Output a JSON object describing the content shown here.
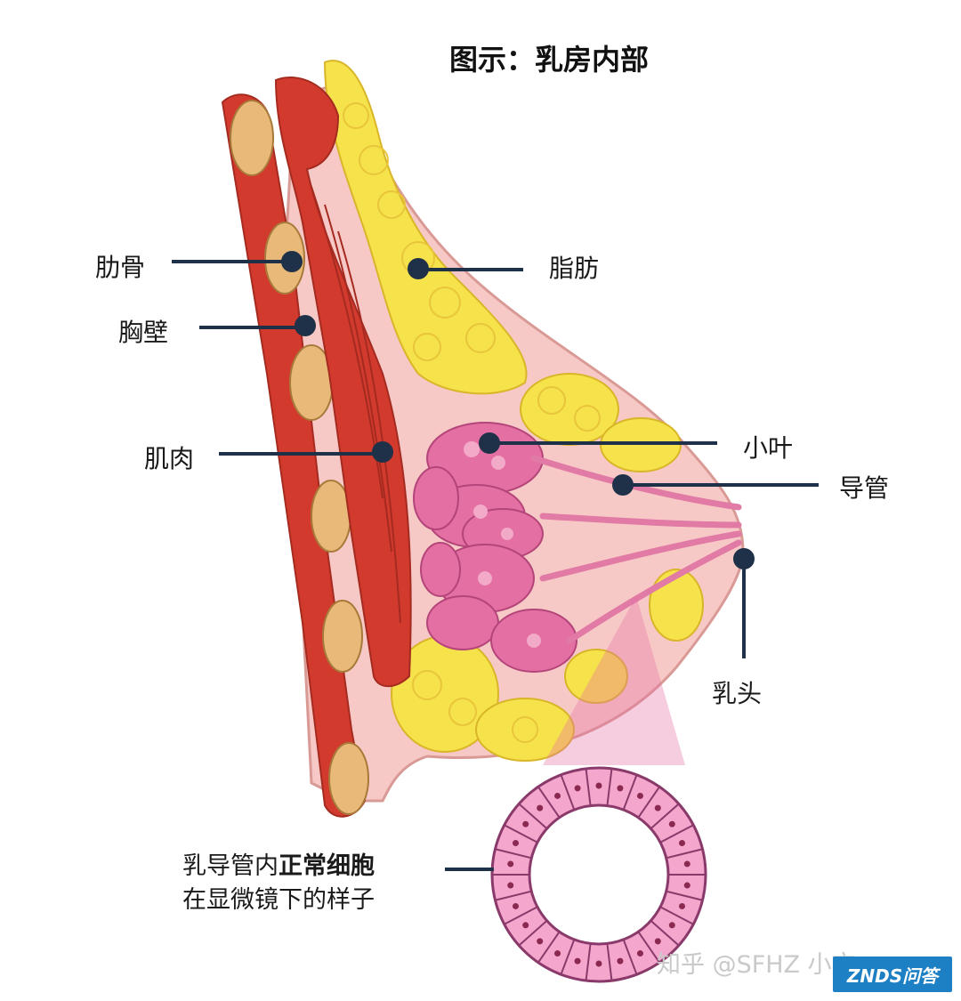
{
  "title": "图示：乳房内部",
  "labels": {
    "rib": "肋骨",
    "chest_wall": "胸壁",
    "muscle": "肌肉",
    "fat": "脂肪",
    "lobule": "小叶",
    "duct": "导管",
    "nipple": "乳头"
  },
  "caption": {
    "line1_prefix": "乳导管内",
    "line1_bold": "正常细胞",
    "line2": "在显微镜下的样子"
  },
  "watermarks": {
    "zhihu": "知乎 @SFHZ 小文",
    "znds": "ZNDS问答"
  },
  "colors": {
    "leader_line": "#1e3148",
    "muscle": "#d23a2e",
    "fat": "#f6e24a",
    "lobule": "#e46fa2",
    "tissue": "#f7c9c6",
    "rib": "#e8b978"
  }
}
